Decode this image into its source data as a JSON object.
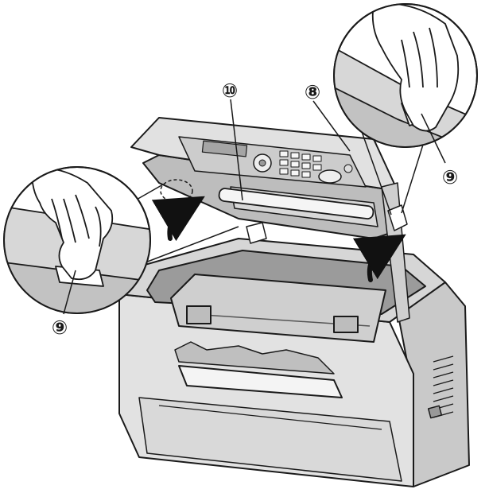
{
  "colors": {
    "ink": "#1a1a1a",
    "body_light": "#e6e6e6",
    "body_mid": "#cfcfcf",
    "body_dark": "#a8a8a8",
    "shadow": "#8c8c8c",
    "panel": "#b9b9b9",
    "roller": "#f2f2f2",
    "arrow": "#111111",
    "background": "#ffffff"
  },
  "icons": {
    "hand": "hand-icon",
    "arrow": "curved-arrow-icon"
  },
  "callouts": {
    "top_cover_release": "⑩",
    "cover": "⑧",
    "lever_right": "⑨",
    "lever_left": "⑨"
  }
}
